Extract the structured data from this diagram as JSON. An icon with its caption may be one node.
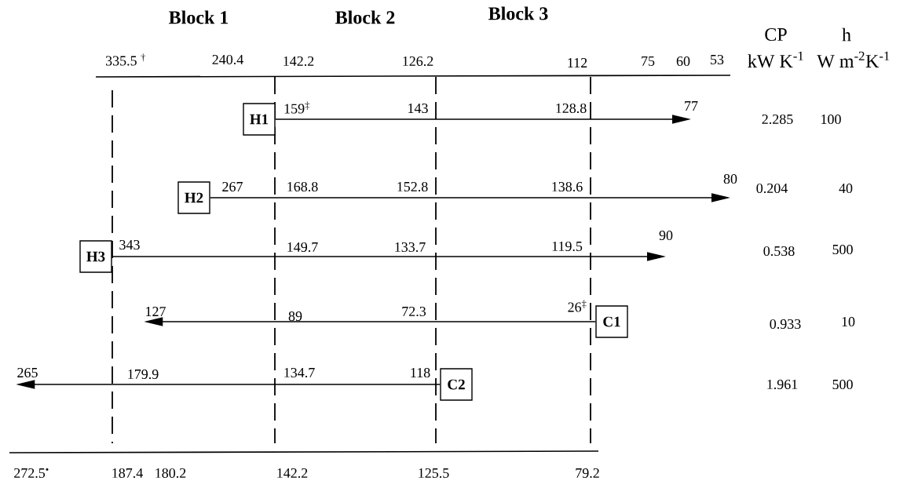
{
  "diagram": {
    "nodes": [
      {
        "text": [
          "H1"
        ]
      },
      {
        "text": [
          "H2"
        ]
      },
      {
        "text": [
          "H3"
        ]
      },
      {
        "text": [
          "C1"
        ]
      },
      {
        "text": [
          "C2"
        ]
      },
      {
        "text": [
          "77"
        ]
      },
      {
        "text": [
          "80"
        ]
      },
      {
        "text": [
          "90"
        ]
      },
      {
        "text": [
          "127"
        ]
      },
      {
        "text": [
          "265"
        ]
      }
    ],
    "edges": [
      {
        "from": 0,
        "to": 5,
        "arrow": "to"
      },
      {
        "from": 1,
        "to": 6,
        "arrow": "to"
      },
      {
        "from": 2,
        "to": 7,
        "arrow": "to"
      },
      {
        "from": 3,
        "to": 8,
        "arrow": "to"
      },
      {
        "from": 4,
        "to": 9,
        "arrow": "to"
      }
    ],
    "labels": [
      "Block 1",
      "Block 2",
      "Block 3",
      "CP",
      "h",
      "335.5 $^{†}$",
      "240.4",
      "142.2",
      "126.2",
      "112",
      "75",
      "60",
      "53",
      "kW K$^{-1}$",
      "W m$^{-2}$K$^{-1}$",
      "159$^{‡}$",
      "143",
      "128.8",
      "2.285",
      "100",
      "267",
      "168.8",
      "152.8",
      "138.6",
      "0.204",
      "40",
      "343",
      "149.7",
      "133.7",
      "119.5",
      "0.538",
      "500",
      "89",
      "72.3",
      "26$^{‡}$",
      "0.933",
      "10",
      "179.9",
      "134.7",
      "118",
      "1.961",
      "500",
      "272.5$^{•}$",
      "187.4",
      "180.2",
      "142.2",
      "125.5",
      "79.2"
    ]
  }
}
